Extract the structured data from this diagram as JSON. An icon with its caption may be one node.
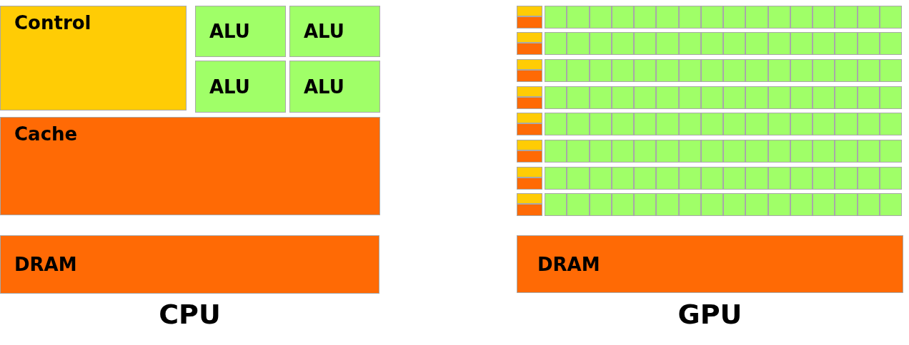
{
  "diagram": {
    "nodes": [
      {
        "text": [
          "Control"
        ]
      },
      {
        "text": [
          "ALU"
        ]
      },
      {
        "text": [
          "ALU"
        ]
      },
      {
        "text": [
          "ALU"
        ]
      },
      {
        "text": [
          "ALU"
        ]
      },
      {
        "text": [
          "Cache"
        ]
      },
      {
        "text": [
          "DRAM"
        ]
      },
      {
        "text": [],
        "shape": "box"
      },
      {
        "text": [],
        "shape": "box"
      },
      {
        "text": [],
        "shape": "box"
      },
      {
        "text": [],
        "shape": "box"
      },
      {
        "text": [],
        "shape": "box"
      },
      {
        "text": [],
        "shape": "box"
      },
      {
        "text": [],
        "shape": "box"
      },
      {
        "text": [],
        "shape": "box"
      },
      {
        "text": [],
        "shape": "box"
      },
      {
        "text": [],
        "shape": "box"
      },
      {
        "text": [],
        "shape": "box"
      },
      {
        "text": [],
        "shape": "box"
      },
      {
        "text": [],
        "shape": "box"
      },
      {
        "text": [],
        "shape": "box"
      },
      {
        "text": [],
        "shape": "box"
      },
      {
        "text": [],
        "shape": "box"
      },
      {
        "text": [],
        "shape": "box"
      },
      {
        "text": [],
        "shape": "box"
      },
      {
        "text": [],
        "shape": "box"
      },
      {
        "text": [],
        "shape": "box"
      },
      {
        "text": [],
        "shape": "box"
      },
      {
        "text": [],
        "shape": "box"
      },
      {
        "text": [],
        "shape": "box"
      },
      {
        "text": [],
        "shape": "box"
      },
      {
        "text": [],
        "shape": "box"
      },
      {
        "text": [],
        "shape": "box"
      },
      {
        "text": [],
        "shape": "box"
      },
      {
        "text": [],
        "shape": "box"
      },
      {
        "text": [],
        "shape": "box"
      },
      {
        "text": [],
        "shape": "box"
      },
      {
        "text": [],
        "shape": "box"
      },
      {
        "text": [],
        "shape": "box"
      },
      {
        "text": [],
        "shape": "box"
      },
      {
        "text": [],
        "shape": "box"
      },
      {
        "text": [],
        "shape": "box"
      },
      {
        "text": [],
        "shape": "box"
      },
      {
        "text": [],
        "shape": "box"
      },
      {
        "text": [],
        "shape": "box"
      },
      {
        "text": [],
        "shape": "box"
      },
      {
        "text": [],
        "shape": "box"
      },
      {
        "text": [],
        "shape": "box"
      },
      {
        "text": [],
        "shape": "box"
      },
      {
        "text": [],
        "shape": "box"
      },
      {
        "text": [],
        "shape": "box"
      },
      {
        "text": [],
        "shape": "box"
      },
      {
        "text": [],
        "shape": "box"
      },
      {
        "text": [],
        "shape": "box"
      },
      {
        "text": [],
        "shape": "box"
      },
      {
        "text": [],
        "shape": "box"
      },
      {
        "text": [],
        "shape": "box"
      },
      {
        "text": [],
        "shape": "box"
      },
      {
        "text": [],
        "shape": "box"
      },
      {
        "text": [],
        "shape": "box"
      },
      {
        "text": [],
        "shape": "box"
      },
      {
        "text": [],
        "shape": "box"
      },
      {
        "text": [],
        "shape": "box"
      },
      {
        "text": [],
        "shape": "box"
      },
      {
        "text": [],
        "shape": "box"
      },
      {
        "text": [],
        "shape": "box"
      },
      {
        "text": [],
        "shape": "box"
      },
      {
        "text": [],
        "shape": "box"
      },
      {
        "text": [],
        "shape": "box"
      },
      {
        "text": [],
        "shape": "box"
      },
      {
        "text": [],
        "shape": "box"
      },
      {
        "text": [],
        "shape": "box"
      },
      {
        "text": [],
        "shape": "box"
      },
      {
        "text": [],
        "shape": "box"
      },
      {
        "text": [],
        "shape": "box"
      },
      {
        "text": [],
        "shape": "box"
      },
      {
        "text": [],
        "shape": "box"
      },
      {
        "text": [],
        "shape": "box"
      },
      {
        "text": [],
        "shape": "box"
      },
      {
        "text": [],
        "shape": "box"
      },
      {
        "text": [],
        "shape": "box"
      },
      {
        "text": [],
        "shape": "box"
      },
      {
        "text": [],
        "shape": "box"
      },
      {
        "text": [],
        "shape": "box"
      },
      {
        "text": [],
        "shape": "box"
      },
      {
        "text": [],
        "shape": "box"
      },
      {
        "text": [],
        "shape": "box"
      },
      {
        "text": [],
        "shape": "box"
      },
      {
        "text": [],
        "shape": "box"
      },
      {
        "text": [],
        "shape": "box"
      },
      {
        "text": [],
        "shape": "box"
      },
      {
        "text": [],
        "shape": "box"
      },
      {
        "text": [],
        "shape": "box"
      },
      {
        "text": [],
        "shape": "box"
      },
      {
        "text": [],
        "shape": "box"
      },
      {
        "text": [],
        "shape": "box"
      },
      {
        "text": [],
        "shape": "box"
      },
      {
        "text": [],
        "shape": "box"
      },
      {
        "text": [],
        "shape": "box"
      },
      {
        "text": [],
        "shape": "box"
      },
      {
        "text": [],
        "shape": "box"
      },
      {
        "text": [],
        "shape": "box"
      },
      {
        "text": [],
        "shape": "box"
      },
      {
        "text": [],
        "shape": "box"
      },
      {
        "text": [],
        "shape": "box"
      },
      {
        "text": [],
        "shape": "box"
      },
      {
        "text": [],
        "shape": "box"
      },
      {
        "text": [],
        "shape": "box"
      },
      {
        "text": [],
        "shape": "box"
      },
      {
        "text": [],
        "shape": "box"
      },
      {
        "text": [],
        "shape": "box"
      },
      {
        "text": [],
        "shape": "box"
      },
      {
        "text": [],
        "shape": "box"
      },
      {
        "text": [],
        "shape": "box"
      },
      {
        "text": [],
        "shape": "box"
      },
      {
        "text": [],
        "shape": "box"
      },
      {
        "text": [],
        "shape": "box"
      },
      {
        "text": [],
        "shape": "box"
      },
      {
        "text": [],
        "shape": "box"
      },
      {
        "text": [],
        "shape": "box"
      },
      {
        "text": [],
        "shape": "box"
      },
      {
        "text": [],
        "shape": "box"
      },
      {
        "text": [],
        "shape": "box"
      },
      {
        "text": [],
        "shape": "box"
      },
      {
        "text": [],
        "shape": "box"
      },
      {
        "text": [],
        "shape": "box"
      },
      {
        "text": [],
        "shape": "box"
      },
      {
        "text": [],
        "shape": "box"
      },
      {
        "text": [],
        "shape": "box"
      },
      {
        "text": [],
        "shape": "box"
      },
      {
        "text": [],
        "shape": "box"
      },
      {
        "text": [],
        "shape": "box"
      },
      {
        "text": [],
        "shape": "box"
      },
      {
        "text": [],
        "shape": "box"
      },
      {
        "text": [],
        "shape": "box"
      },
      {
        "text": [],
        "shape": "box"
      },
      {
        "text": [],
        "shape": "box"
      },
      {
        "text": [],
        "shape": "box"
      },
      {
        "text": [],
        "shape": "box"
      },
      {
        "text": [],
        "shape": "box"
      },
      {
        "text": [],
        "shape": "box"
      },
      {
        "text": [],
        "shape": "box"
      },
      {
        "text": [],
        "shape": "box"
      },
      {
        "text": [],
        "shape": "box"
      },
      {
        "text": [],
        "shape": "box"
      },
      {
        "text": [],
        "shape": "box"
      },
      {
        "text": [],
        "shape": "box"
      },
      {
        "text": [],
        "shape": "box"
      },
      {
        "text": [],
        "shape": "box"
      },
      {
        "text": [],
        "shape": "box"
      },
      {
        "text": [],
        "shape": "box"
      },
      {
        "text": [
          "DRAM"
        ]
      }
    ],
    "labels": [
      "CPU",
      "GPU"
    ]
  }
}
